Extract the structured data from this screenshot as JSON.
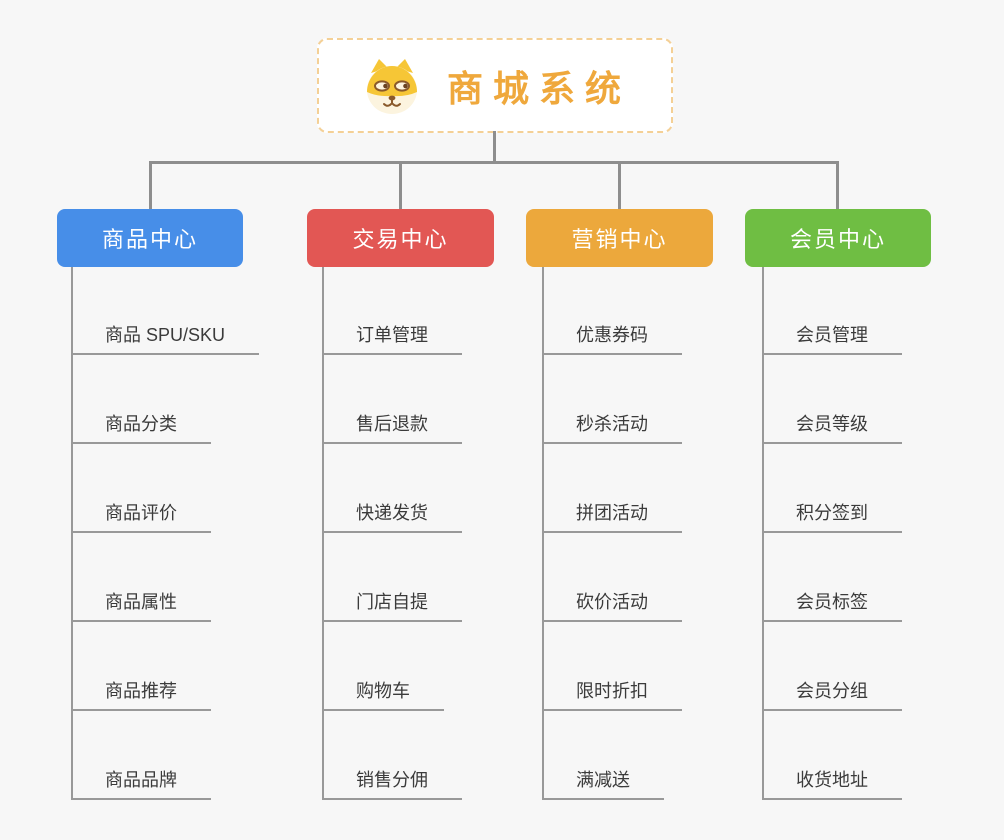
{
  "page": {
    "background": "#f7f7f7"
  },
  "root": {
    "title": "商城系统",
    "icon": "dog-face-icon",
    "text_color": "#efa83c",
    "border_color": "#f4d096"
  },
  "connector_color": "#8e8e8e",
  "branches": [
    {
      "label": "商品中心",
      "color": "#478ee8",
      "items": [
        "商品 SPU/SKU",
        "商品分类",
        "商品评价",
        "商品属性",
        "商品推荐",
        "商品品牌"
      ]
    },
    {
      "label": "交易中心",
      "color": "#e25754",
      "items": [
        "订单管理",
        "售后退款",
        "快递发货",
        "门店自提",
        "购物车",
        "销售分佣"
      ]
    },
    {
      "label": "营销中心",
      "color": "#eca83c",
      "items": [
        "优惠券码",
        "秒杀活动",
        "拼团活动",
        "砍价活动",
        "限时折扣",
        "满减送"
      ]
    },
    {
      "label": "会员中心",
      "color": "#6fbe43",
      "items": [
        "会员管理",
        "会员等级",
        "积分签到",
        "会员标签",
        "会员分组",
        "收货地址"
      ]
    }
  ]
}
